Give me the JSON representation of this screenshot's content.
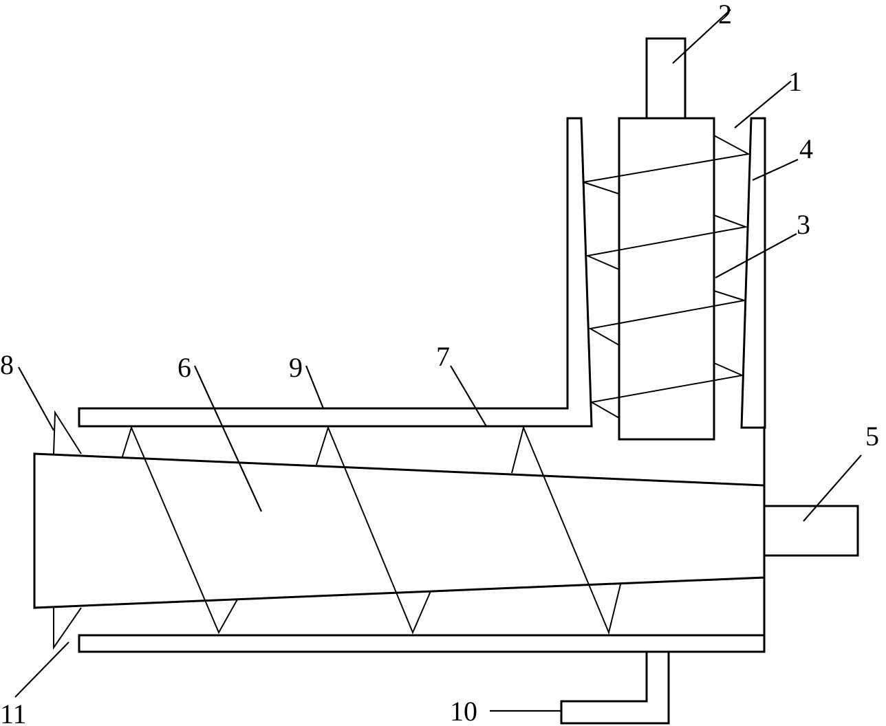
{
  "diagram": {
    "labels": [
      {
        "id": "label-1",
        "text": "1"
      },
      {
        "id": "label-2",
        "text": "2"
      },
      {
        "id": "label-3",
        "text": "3"
      },
      {
        "id": "label-4",
        "text": "4"
      },
      {
        "id": "label-5",
        "text": "5"
      },
      {
        "id": "label-6",
        "text": "6"
      },
      {
        "id": "label-7",
        "text": "7"
      },
      {
        "id": "label-8",
        "text": "8"
      },
      {
        "id": "label-9",
        "text": "9"
      },
      {
        "id": "label-10",
        "text": "10"
      },
      {
        "id": "label-11",
        "text": "11"
      }
    ]
  }
}
